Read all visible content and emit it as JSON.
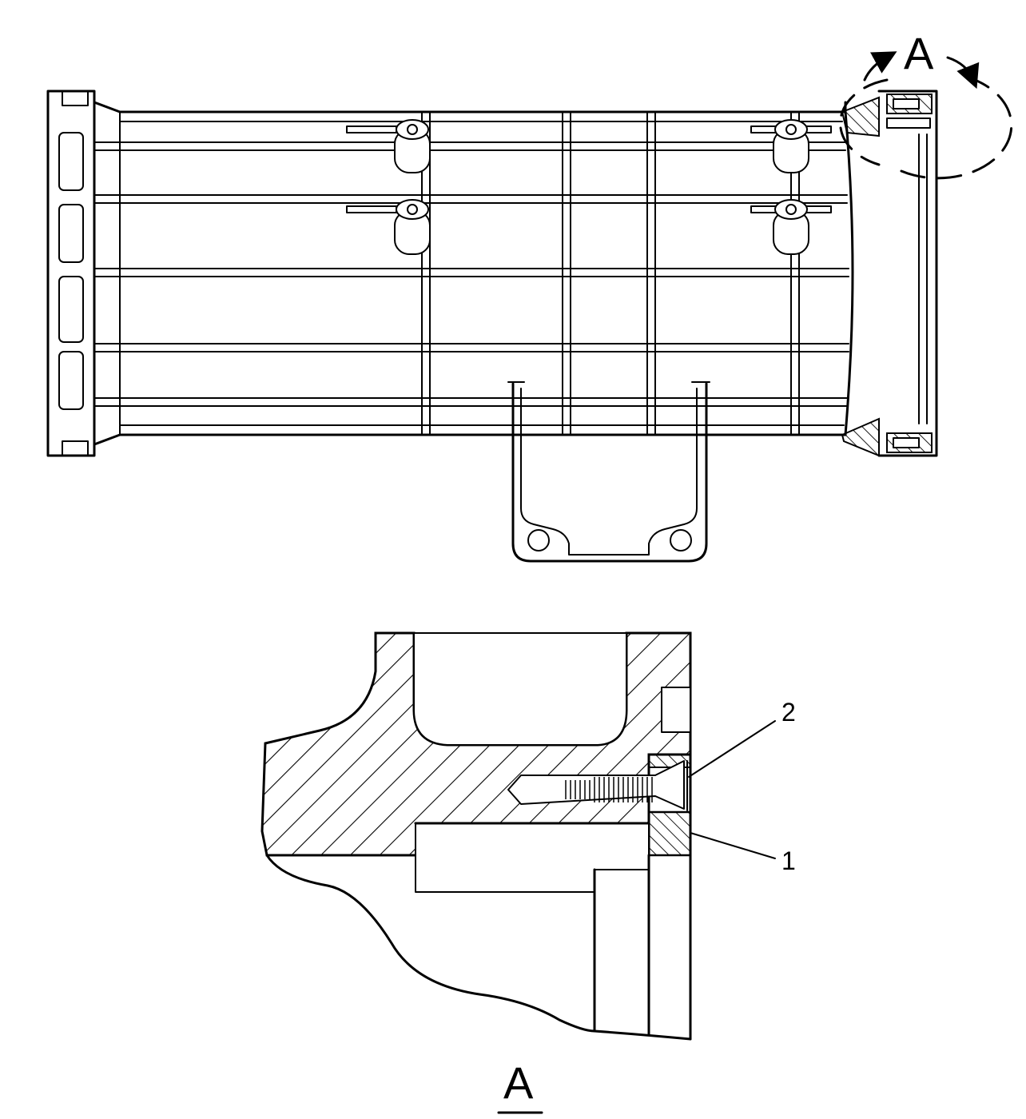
{
  "detail_view": {
    "label": "A",
    "title": "A"
  },
  "callouts": [
    {
      "number": "2"
    },
    {
      "number": "1"
    }
  ],
  "colors": {
    "line": "#000000",
    "background": "#ffffff"
  }
}
